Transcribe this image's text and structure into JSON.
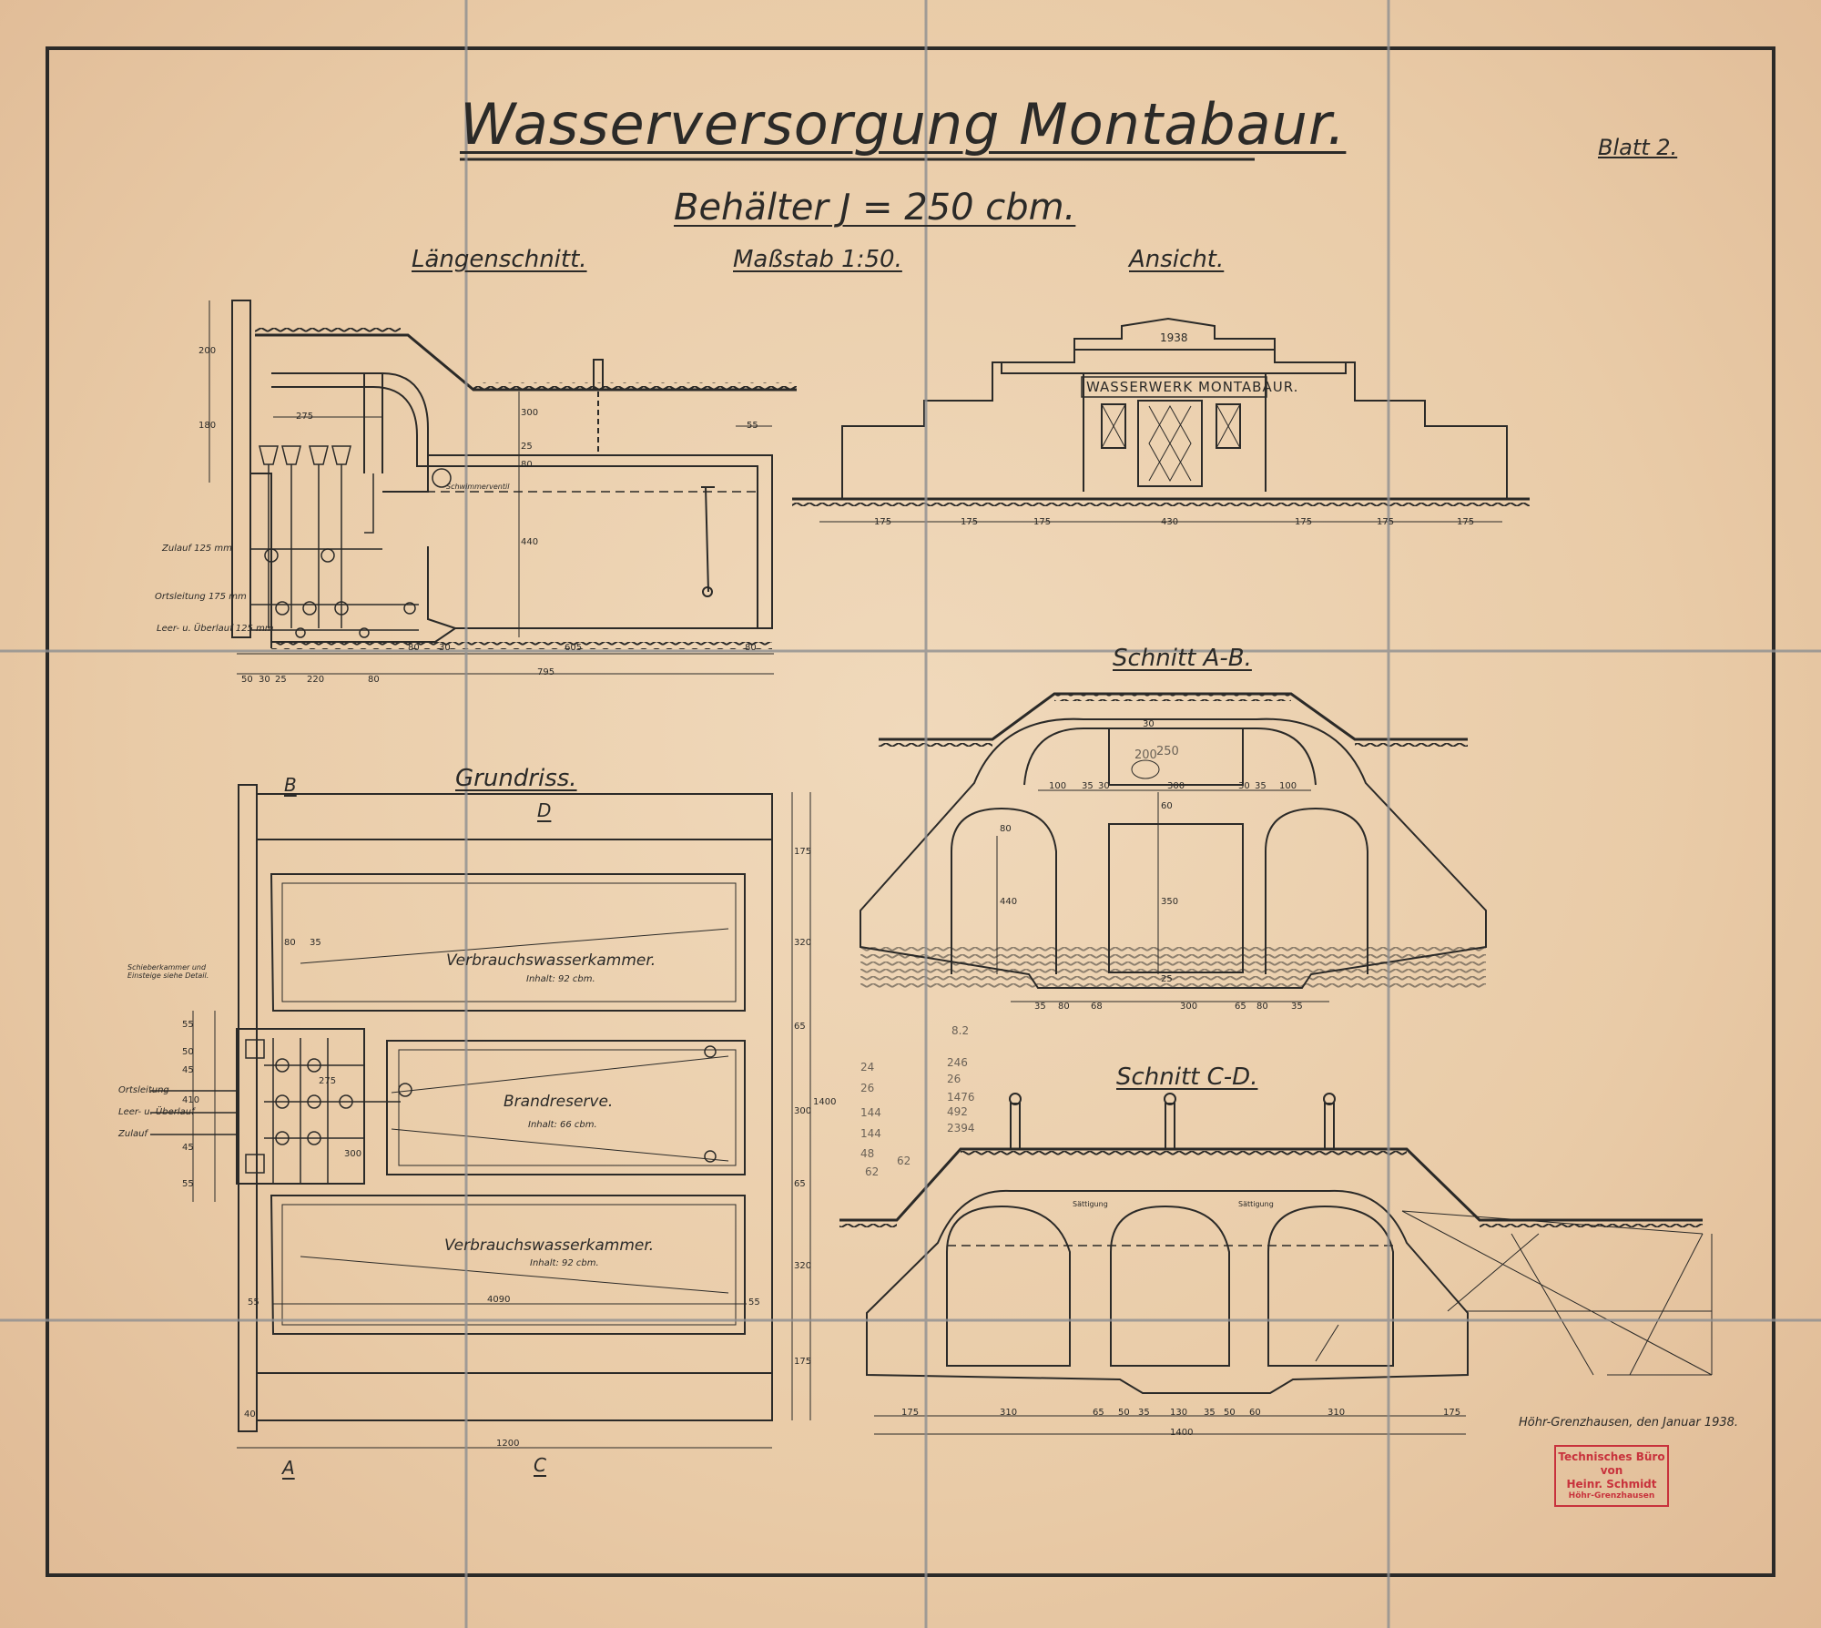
{
  "title": "Wasserversorgung Montabaur.",
  "subtitle": "Behälter J = 250 cbm.",
  "sheet_label": "Blatt 2.",
  "scale": "Maßstab 1:50.",
  "views": {
    "long_section": "Längenschnitt.",
    "elevation": "Ansicht.",
    "plan": "Grundriss.",
    "section_ab": "Schnitt A-B.",
    "section_cd": "Schnitt C-D."
  },
  "facade": {
    "year": "1938",
    "sign": "WASSERWERK MONTABAUR."
  },
  "rooms": [
    {
      "name": "Verbrauchswasserkammer.",
      "content": "Inhalt: 92 cbm."
    },
    {
      "name": "Brandreserve.",
      "content": "Inhalt: 66 cbm."
    },
    {
      "name": "Verbrauchswasserkammer.",
      "content": "Inhalt: 92 cbm."
    }
  ],
  "pipe_labels": {
    "zulauf": "Zulauf 125 mm",
    "ortsleitung": "Ortsleitung 175 mm",
    "leer_ueberlauf": "Leer- u. Überlauf 125 mm",
    "plan_ortsleitung": "Ortsleitung",
    "plan_leer": "Leer- u. Überlauf",
    "plan_zulauf": "Zulauf",
    "schieber_note": "Schieberkammer und Einsteige siehe Detail.",
    "schwimmer": "Schwimmerventil"
  },
  "section_marks": {
    "a": "A",
    "b": "B",
    "c": "C",
    "d": "D"
  },
  "dimensions": {
    "long_bottom": [
      "50",
      "30",
      "25",
      "220",
      "80",
      "795"
    ],
    "long_inner": [
      "80",
      "30",
      "605",
      "80"
    ],
    "long_left": [
      "200",
      "180"
    ],
    "long_top": [
      "275",
      "55"
    ],
    "long_vertical": [
      "300",
      "80",
      "25",
      "440"
    ],
    "elev": [
      "175",
      "175",
      "175",
      "430",
      "175",
      "175",
      "175"
    ],
    "ab_top": [
      "100",
      "35",
      "30",
      "300",
      "30",
      "35",
      "100"
    ],
    "ab_bottom": [
      "35",
      "80",
      "68",
      "300",
      "65",
      "80",
      "35"
    ],
    "ab_vertical": [
      "30",
      "80",
      "440",
      "350",
      "60",
      "25"
    ],
    "cd_bottom": [
      "175",
      "310",
      "65",
      "50",
      "35",
      "130",
      "35",
      "50",
      "60",
      "310",
      "175",
      "1400"
    ],
    "plan_right": [
      "175",
      "320",
      "65",
      "300",
      "65",
      "320",
      "175",
      "1400"
    ],
    "plan_bottom": [
      "1200",
      "40",
      "55",
      "4090",
      "55"
    ],
    "plan_left": [
      "55",
      "50",
      "45",
      "410",
      "45",
      "55"
    ],
    "plan_inner": [
      "80",
      "35",
      "275",
      "300"
    ]
  },
  "ground_labels": {
    "left": "Sättigung",
    "right": "Sättigung"
  },
  "date_line": "Höhr-Grenzhausen, den Januar 1938.",
  "stamp": {
    "line1": "Technisches Büro",
    "line2": "von",
    "line3": "Heinr. Schmidt",
    "line4": "Höhr-Grenzhausen"
  },
  "annotations": [
    "200",
    "250",
    "24",
    "26",
    "144",
    "144",
    "48",
    "62",
    "62",
    "8.2",
    "246",
    "26",
    "1476",
    "492",
    "2394"
  ],
  "colors": {
    "paper": "#ecd1ae",
    "ink": "#2b2a28",
    "stamp": "#c8323c",
    "fold": "#8e8f91"
  }
}
